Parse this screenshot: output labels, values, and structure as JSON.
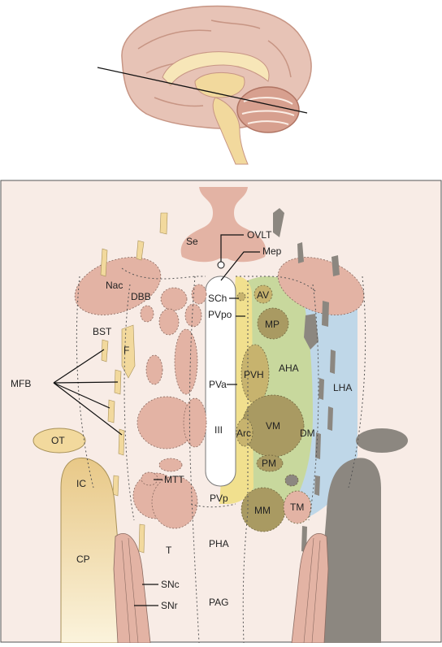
{
  "colors": {
    "panel_bg": "#f8ece6",
    "salmon": "#e3b3a4",
    "gold": "#f2d99d",
    "yellow": "#f1e08e",
    "green": "#c8d89d",
    "blue": "#bfd7e8",
    "olive": "#a99a62",
    "gray": "#8c8780",
    "brain_pink": "#e7c3b6",
    "brain_dark": "#c79584"
  },
  "labels": {
    "se": "Se",
    "ovlt": "OVLT",
    "mep": "Mep",
    "nac": "Nac",
    "dbb": "DBB",
    "bst": "BST",
    "mfb": "MFB",
    "f": "F",
    "sch": "SCh",
    "pvpo": "PVpo",
    "av": "AV",
    "mp": "MP",
    "pva": "PVa",
    "pvh": "PVH",
    "aha": "AHA",
    "lha": "LHA",
    "iii": "III",
    "arc": "Arc",
    "vm": "VM",
    "dm": "DM",
    "ot": "OT",
    "pm": "PM",
    "ic": "IC",
    "mtt": "MTT",
    "pvp": "PVp",
    "mm": "MM",
    "tm": "TM",
    "t": "T",
    "pha": "PHA",
    "cp": "CP",
    "snc": "SNc",
    "snr": "SNr",
    "pag": "PAG"
  }
}
